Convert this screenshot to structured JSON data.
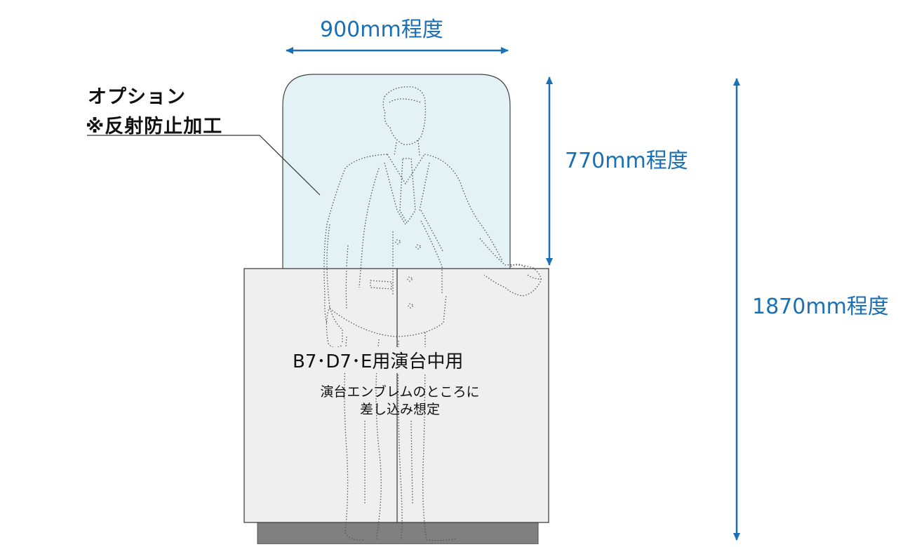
{
  "dimensions": {
    "width_label": "900mm程度",
    "screen_height_label": "770mm程度",
    "total_height_label": "1870mm程度"
  },
  "option_note": {
    "line1": "オプション",
    "line2": "※反射防止加工"
  },
  "podium": {
    "title": "B7･D7･E用演台中用",
    "note_line1": "演台エンブレムのところに",
    "note_line2": "差し込み想定"
  },
  "colors": {
    "accent": "#1a6fb5",
    "panel_fill": "#e3f2f5",
    "podium_fill": "#efefef",
    "base_fill": "#808080"
  }
}
